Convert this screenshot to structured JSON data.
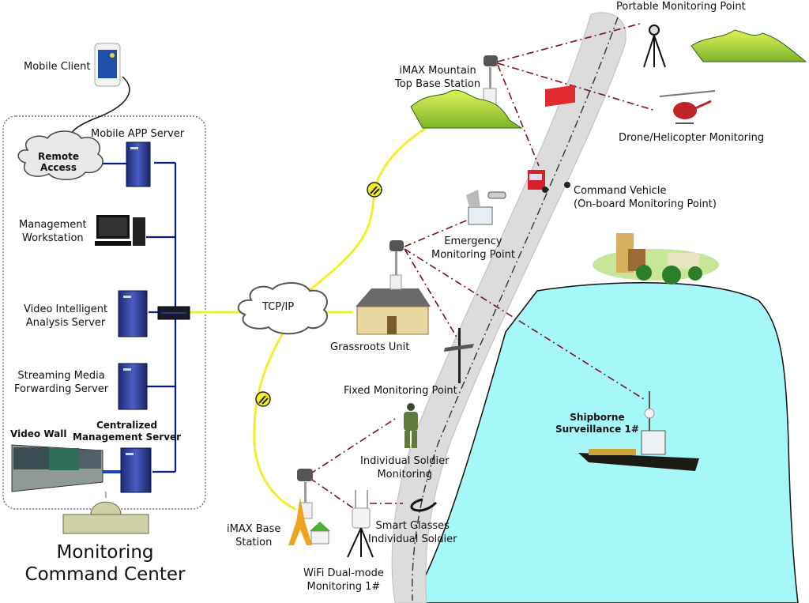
{
  "colors": {
    "network_line": "#0b1a8c",
    "fiber_link": "#f2ef2a",
    "wireless_link": "#7a1020",
    "water": "#a6f7f7",
    "road": "#dcdcdc",
    "server_blue": "#2f3f9a"
  },
  "command_center": {
    "title_line1": "Monitoring",
    "title_line2": "Command Center",
    "mobile_client": "Mobile Client",
    "remote_access_line1": "Remote",
    "remote_access_line2": "Access",
    "mobile_app_server": "Mobile APP Server",
    "management_workstation_line1": "Management",
    "management_workstation_line2": "Workstation",
    "video_analysis_line1": "Video Intelligent",
    "video_analysis_line2": "Analysis Server",
    "streaming_line1": "Streaming Media",
    "streaming_line2": "Forwarding Server",
    "video_wall": "Video Wall",
    "central_mgmt_line1": "Centralized",
    "central_mgmt_line2": "Management Server"
  },
  "network": {
    "tcpip": "TCP/IP",
    "grassroots_unit": "Grassroots  Unit"
  },
  "field": {
    "mountain_station_line1": "iMAX Mountain",
    "mountain_station_line2": "Top Base Station",
    "portable_point": "Portable Monitoring Point",
    "drone": "Drone/Helicopter Monitoring",
    "command_vehicle_line1": "Command Vehicle",
    "command_vehicle_line2": "(On-board Monitoring Point)",
    "emergency_line1": "Emergency",
    "emergency_line2": "Monitoring Point",
    "fixed_point": "Fixed Monitoring Point",
    "soldier_line1": "Individual Soldier",
    "soldier_line2": "Monitoring",
    "imax_base_line1": "iMAX Base",
    "imax_base_line2": "Station",
    "smart_glasses_line1": "Smart Glasses",
    "smart_glasses_line2": "Individual Soldier",
    "wifi_line1": "WiFi Dual-mode",
    "wifi_line2": "Monitoring 1#",
    "shipborne_line1": "Shipborne",
    "shipborne_line2": "Surveillance 1#"
  }
}
